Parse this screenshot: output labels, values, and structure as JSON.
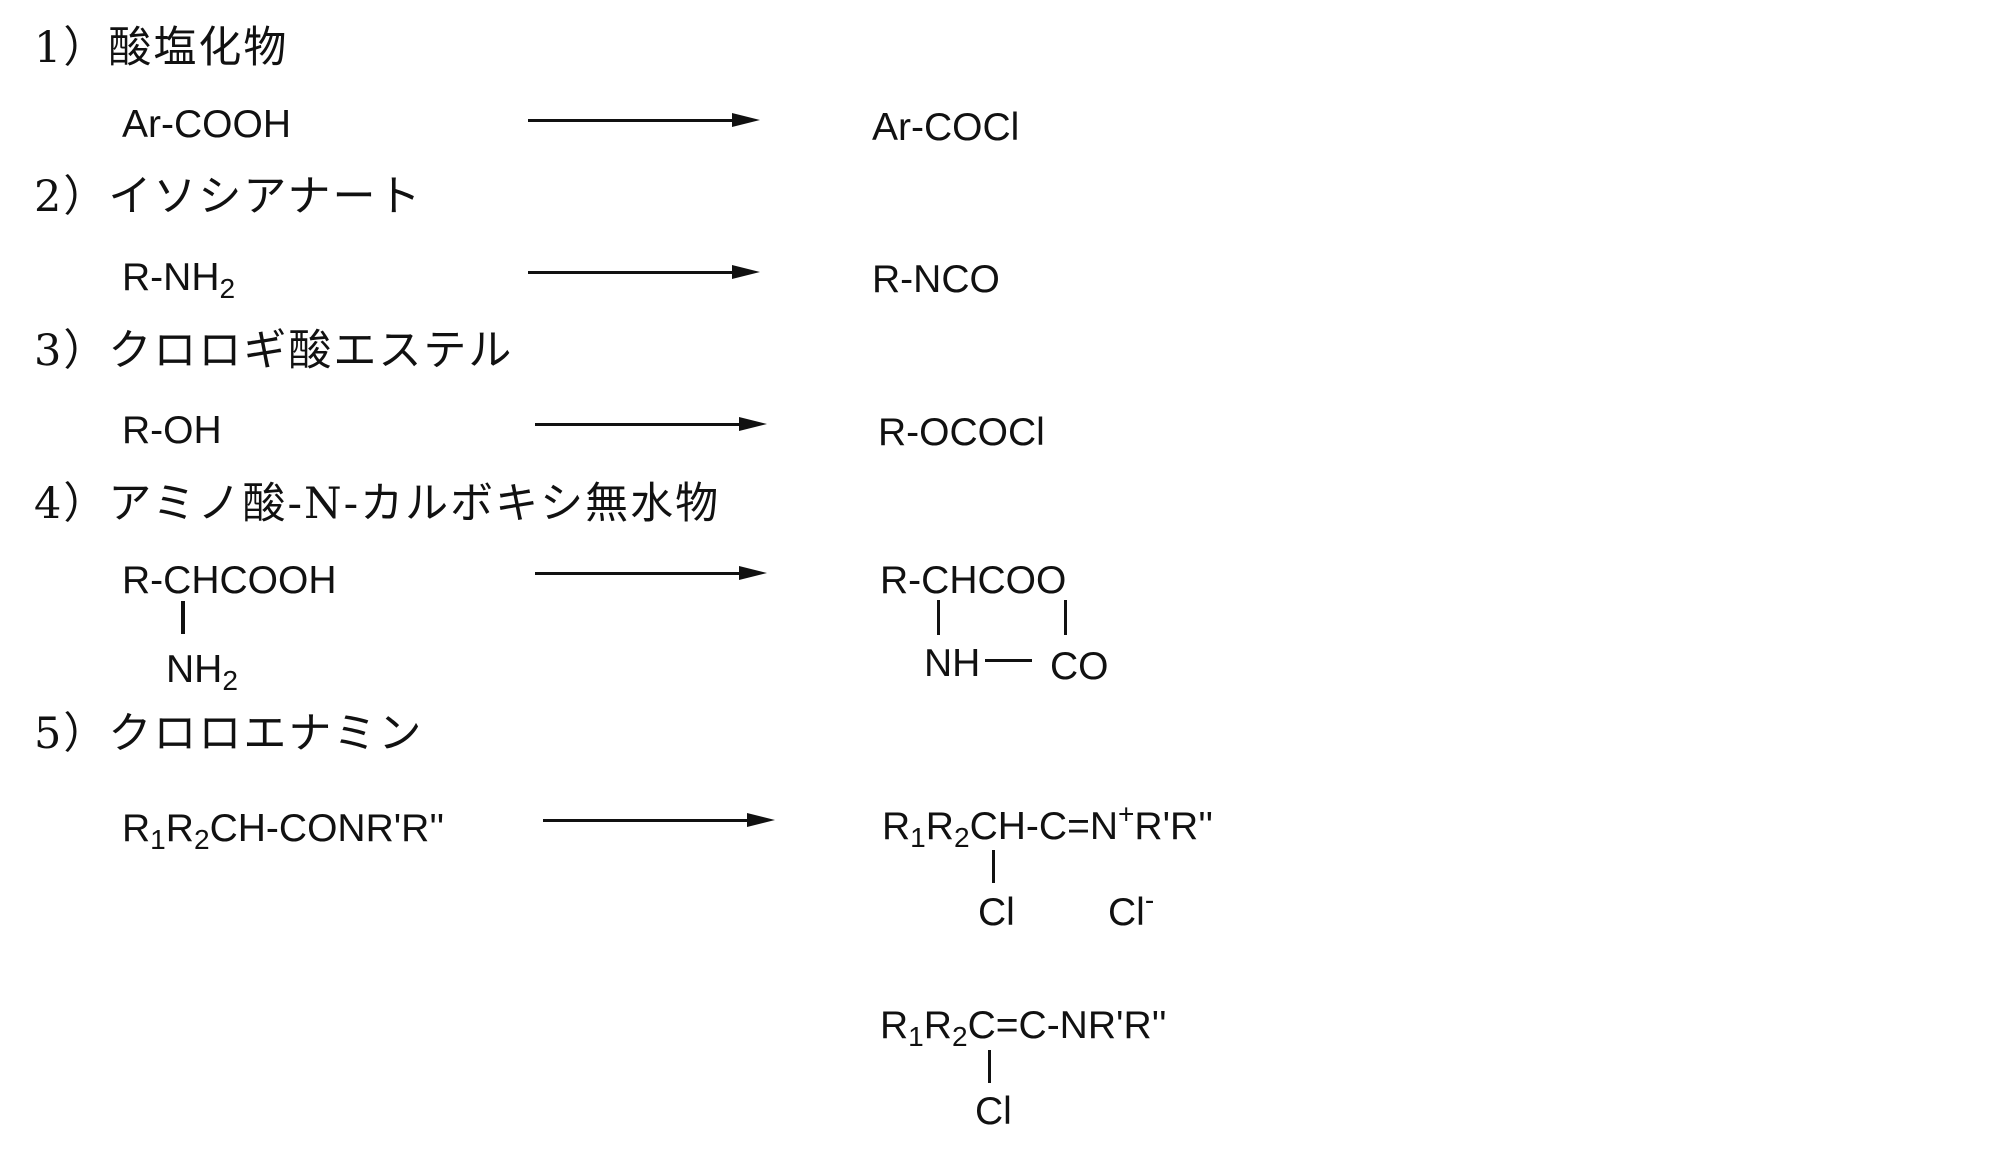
{
  "sections": [
    {
      "heading": "1）酸塩化物",
      "reactant": {
        "text": "Ar-COOH"
      },
      "product": {
        "text": "Ar-COCl"
      }
    },
    {
      "heading": "2）イソシアナート",
      "reactant": {
        "text": "R-NH",
        "sub": "2"
      },
      "product": {
        "text": "R-NCO"
      }
    },
    {
      "heading": "3）クロロギ酸エステル",
      "reactant": {
        "text": "R-OH"
      },
      "product": {
        "text": "R-OCOCl"
      }
    },
    {
      "heading": "4）アミノ酸-N-カルボキシ無水物",
      "reactant": {
        "main": "R-CHCOOH",
        "amine": "NH",
        "amine_sub": "2"
      },
      "product": {
        "main": "R-CHCOO",
        "nh": "NH",
        "co": "CO"
      }
    },
    {
      "heading": "5）クロロエナミン",
      "reactant": {
        "r1": "R",
        "sub1": "1",
        "r2": "R",
        "sub2": "2",
        "rest": "CH-CONR'R''"
      },
      "product_a": {
        "r1": "R",
        "sub1": "1",
        "r2": "R",
        "sub2": "2",
        "rest": "CH-C=N",
        "sup": "+",
        "tail": "R'R''",
        "cl": "Cl",
        "anion": "Cl",
        "anion_sup": "-"
      },
      "product_b": {
        "r1": "R",
        "sub1": "1",
        "r2": "R",
        "sub2": "2",
        "rest": "C=C-NR'R''",
        "cl": "Cl"
      }
    }
  ]
}
